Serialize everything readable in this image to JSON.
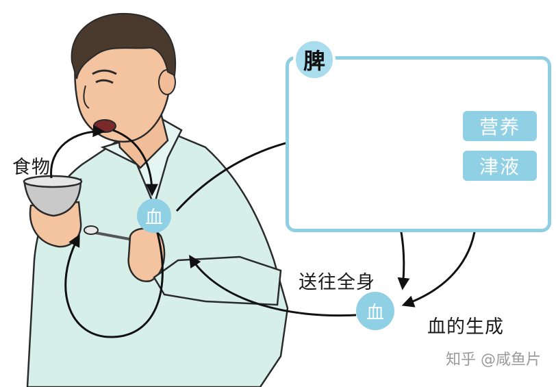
{
  "labels": {
    "food": "食物",
    "send_body": "送往全身",
    "blood_generation": "血的生成"
  },
  "spleen": {
    "title": "脾",
    "nutrient_1": "营养",
    "nutrient_2": "津液"
  },
  "blood_node_chest": "血",
  "blood_node_bottom": "血",
  "watermark": "知乎 @咸鱼片",
  "colors": {
    "accent_blue": "#8fd0e4",
    "drop_blue": "#68bbd8",
    "shirt": "#d7efe9",
    "skin": "#f4c3a0",
    "hair": "#4a3a2e"
  }
}
